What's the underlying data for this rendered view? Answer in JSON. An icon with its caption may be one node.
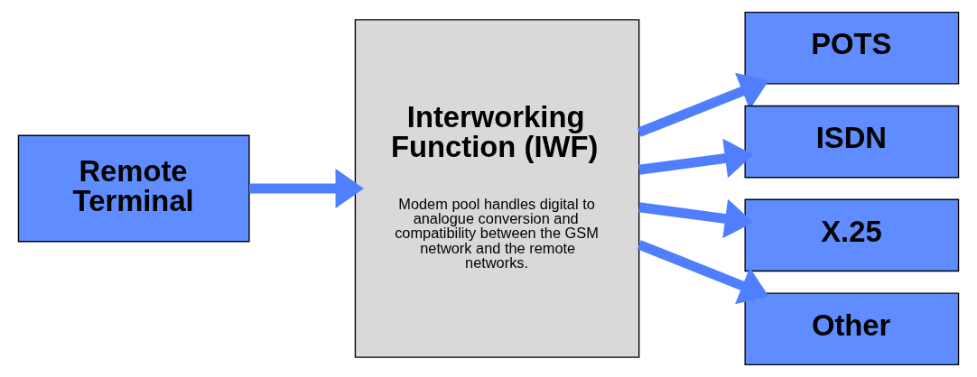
{
  "diagram": {
    "nodes": [
      {
        "text": [
          "Remote Terminal"
        ]
      },
      {
        "text": [
          "Interworking Function (IWF)",
          "Modem pool handles digital to analogue conversion and compatibility between the GSM network and the remote networks."
        ]
      },
      {
        "text": [
          "POTS"
        ]
      },
      {
        "text": [
          "ISDN"
        ]
      },
      {
        "text": [
          "X.25"
        ]
      },
      {
        "text": [
          "Other"
        ]
      }
    ],
    "edges": [
      {
        "from": 0,
        "to": 1,
        "arrow": "to"
      },
      {
        "from": 1,
        "to": 2,
        "arrow": "to"
      },
      {
        "from": 1,
        "to": 3,
        "arrow": "to"
      },
      {
        "from": 1,
        "to": 4,
        "arrow": "to"
      },
      {
        "from": 1,
        "to": 5,
        "arrow": "to"
      }
    ]
  }
}
